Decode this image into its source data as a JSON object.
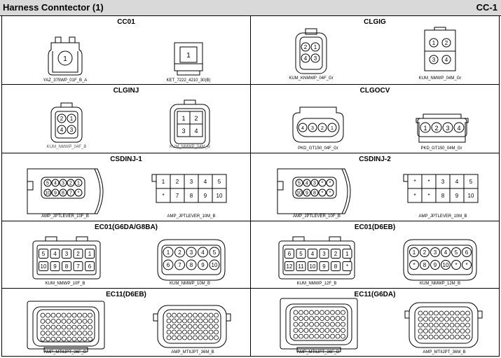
{
  "header": {
    "title": "Harness Conntector (1)",
    "code": "CC-1"
  },
  "sections": [
    {
      "title": "CC01",
      "connectors": [
        "YAZ_375WP_01F_B_A",
        "KET_7222_4210_30(B)"
      ]
    },
    {
      "title": "CLGIG",
      "connectors": [
        "KUM_KNMWP_04F_Gr",
        "KUM_NMWP_04M_Gr"
      ]
    },
    {
      "title": "CLGINJ",
      "connectors": [
        "KUM_NMWP_04F_B",
        "KUM_NMWP_04M_B"
      ]
    },
    {
      "title": "CLGOCV",
      "connectors": [
        "PKD_GT150_04F_Gr",
        "PKD_GT150_04M_Gr"
      ]
    },
    {
      "title": "CSDINJ-1",
      "connectors": [
        "AMP_JPTLEVER_10F_B",
        "AMP_JPTLEVER_10M_B"
      ]
    },
    {
      "title": "CSDINJ-2",
      "connectors": [
        "AMP_JPTLEVER_10F_B",
        "AMP_JPTLEVER_10M_B"
      ]
    },
    {
      "title": "EC01(G6DA/G8BA)",
      "connectors": [
        "KUM_NMWP_10F_B",
        "KUM_NMWP_10M_B"
      ]
    },
    {
      "title": "EC01(D6EB)",
      "connectors": [
        "KUM_NMWP_12F_B",
        "KUM_NMWP_12M_B"
      ]
    },
    {
      "title": "EC11(D6EB)",
      "connectors": [
        "AMP_MTIIJPT_36F_B",
        "AMP_MTIIJPT_36M_B"
      ]
    },
    {
      "title": "EC11(G6DA)",
      "connectors": [
        "AMP_MTIIJPT_36F_B",
        "AMP_MTIIJPT_36M_B"
      ]
    }
  ],
  "pins": {
    "cc01_f": [
      "1"
    ],
    "cc01_m": [
      "1"
    ],
    "clgig_f": [
      "2",
      "1",
      "4",
      "3"
    ],
    "clgig_m": [
      "1",
      "2",
      "3",
      "4"
    ],
    "clginj_f": [
      "2",
      "1",
      "4",
      "3"
    ],
    "clginj_m": [
      "1",
      "2",
      "3",
      "4"
    ],
    "clgocv_f": [
      "4",
      "3",
      "2",
      "1"
    ],
    "clgocv_m": [
      "1",
      "2",
      "3",
      "4"
    ],
    "csdinj1_f": [
      "5",
      "4",
      "3",
      "2",
      "1",
      "10",
      "9",
      "8",
      "7",
      "*"
    ],
    "csdinj1_m": [
      "1",
      "2",
      "3",
      "4",
      "5",
      "*",
      "7",
      "8",
      "9",
      "10"
    ],
    "csdinj2_f": [
      "5",
      "4",
      "3",
      "*",
      "*",
      "10",
      "9",
      "8",
      "*",
      "*"
    ],
    "csdinj2_m": [
      "*",
      "*",
      "3",
      "4",
      "5",
      "*",
      "*",
      "8",
      "9",
      "10"
    ],
    "ec01a_f": [
      "5",
      "4",
      "3",
      "2",
      "1",
      "10",
      "9",
      "8",
      "7",
      "6"
    ],
    "ec01a_m": [
      "1",
      "2",
      "3",
      "4",
      "5",
      "6",
      "7",
      "8",
      "9",
      "10"
    ],
    "ec01b_f": [
      "6",
      "5",
      "4",
      "3",
      "2",
      "1",
      "12",
      "11",
      "10",
      "9",
      "8",
      "*"
    ],
    "ec01b_m": [
      "1",
      "2",
      "3",
      "4",
      "5",
      "6",
      "*",
      "8",
      "9",
      "10",
      "*",
      "*"
    ]
  }
}
